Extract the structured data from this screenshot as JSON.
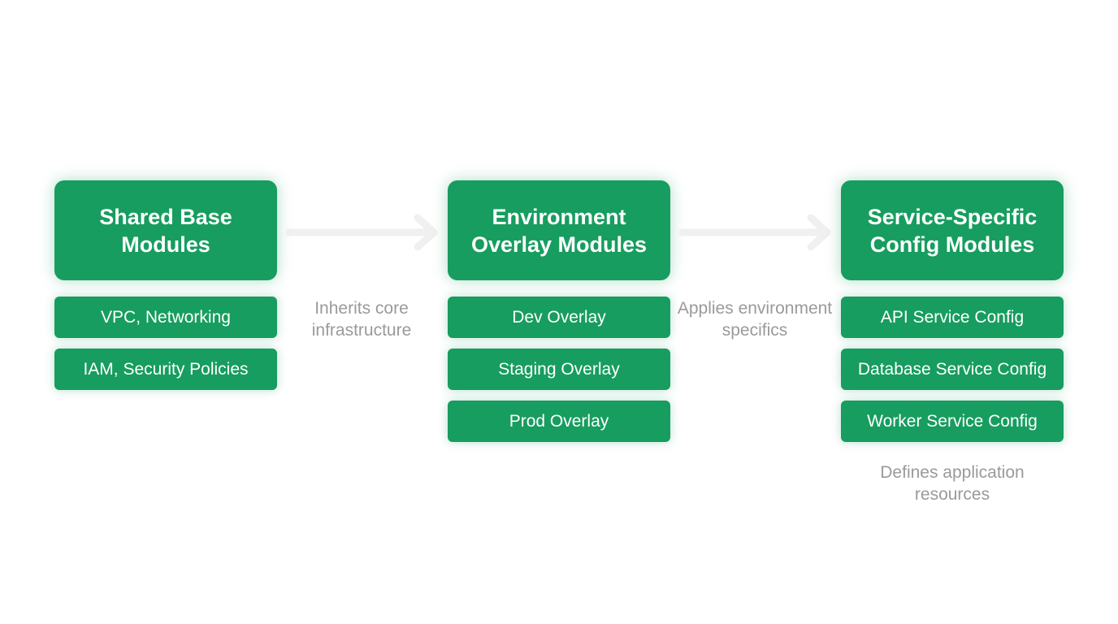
{
  "columns": [
    {
      "header": "Shared Base Modules",
      "items": [
        "VPC, Networking",
        "IAM, Security Policies"
      ]
    },
    {
      "header": "Environment Overlay Modules",
      "items": [
        "Dev Overlay",
        "Staging Overlay",
        "Prod Overlay"
      ]
    },
    {
      "header": "Service-Specific Config Modules",
      "items": [
        "API Service Config",
        "Database Service Config",
        "Worker Service Config"
      ]
    }
  ],
  "edges": [
    {
      "label": "Inherits core infrastructure"
    },
    {
      "label": "Applies environment specifics"
    }
  ],
  "footer_note": "Defines application resources",
  "colors": {
    "box_fill": "#179d5f",
    "box_text": "#ffffff",
    "label_text": "#9a9a9a",
    "arrow": "#f0f0f0"
  }
}
